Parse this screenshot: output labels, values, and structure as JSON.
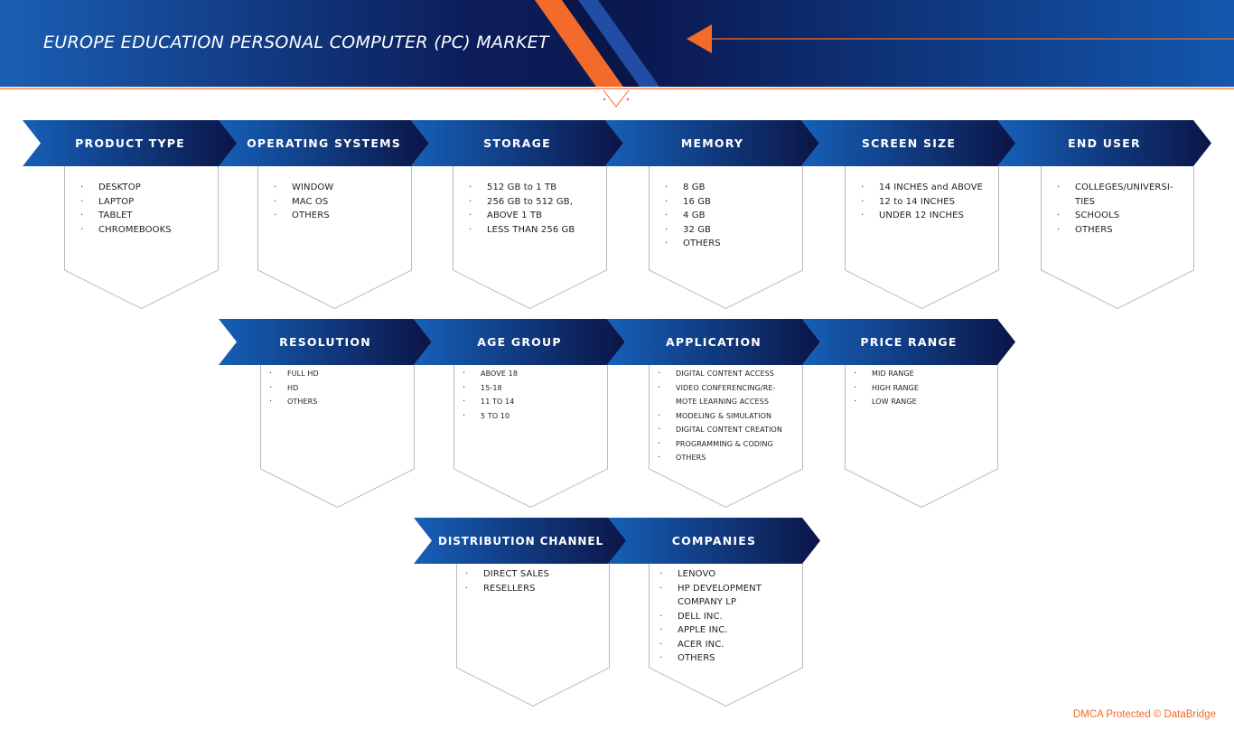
{
  "header": {
    "title": "EUROPE EDUCATION PERSONAL COMPUTER (PC) MARKET"
  },
  "colors": {
    "navy": "#0c1a4e",
    "blue": "#1358ae",
    "orange": "#f26b2a",
    "outline": "#b9b9c2"
  },
  "segments": [
    {
      "label": "PRODUCT TYPE",
      "items": [
        "DESKTOP",
        "LAPTOP",
        "TABLET",
        "CHROMEBOOKS"
      ]
    },
    {
      "label": "OPERATING SYSTEMS",
      "items": [
        "WINDOW",
        "MAC OS",
        "OTHERS"
      ]
    },
    {
      "label": "STORAGE",
      "items": [
        "512 GB to 1 TB",
        "256 GB to 512 GB,",
        "ABOVE 1 TB",
        "LESS THAN 256 GB"
      ]
    },
    {
      "label": "MEMORY",
      "items": [
        "8 GB",
        "16 GB",
        "4 GB",
        "32 GB",
        "OTHERS"
      ]
    },
    {
      "label": "SCREEN SIZE",
      "items": [
        "14 INCHES and ABOVE",
        "12 to 14 INCHES",
        "UNDER 12 INCHES"
      ]
    },
    {
      "label": "END USER",
      "items": [
        "COLLEGES/UNIVERSI-",
        "TIES",
        "SCHOOLS",
        "OTHERS"
      ]
    },
    {
      "label": "RESOLUTION",
      "items": [
        "FULL HD",
        "HD",
        "OTHERS"
      ]
    },
    {
      "label": "AGE GROUP",
      "items": [
        "ABOVE 18",
        "15-18",
        "11 TO 14",
        "5 TO 10"
      ]
    },
    {
      "label": "APPLICATION",
      "items": [
        "DIGITAL CONTENT ACCESS",
        "VIDEO CONFERENCING/RE-",
        "MOTE LEARNING ACCESS",
        "MODELING & SIMULATION",
        "DIGITAL CONTENT CREATION",
        "PROGRAMMING & CODING",
        "OTHERS"
      ]
    },
    {
      "label": "PRICE RANGE",
      "items": [
        "MID RANGE",
        "HIGH RANGE",
        "LOW RANGE"
      ]
    },
    {
      "label": "DISTRIBUTION CHANNEL",
      "items": [
        "DIRECT SALES",
        "RESELLERS"
      ]
    },
    {
      "label": "COMPANIES",
      "items": [
        "LENOVO",
        "HP DEVELOPMENT",
        "COMPANY LP",
        "DELL INC.",
        "APPLE INC.",
        "ACER INC.",
        "OTHERS"
      ]
    }
  ],
  "footer": {
    "dmca": "DMCA Protected © DataBridge"
  }
}
